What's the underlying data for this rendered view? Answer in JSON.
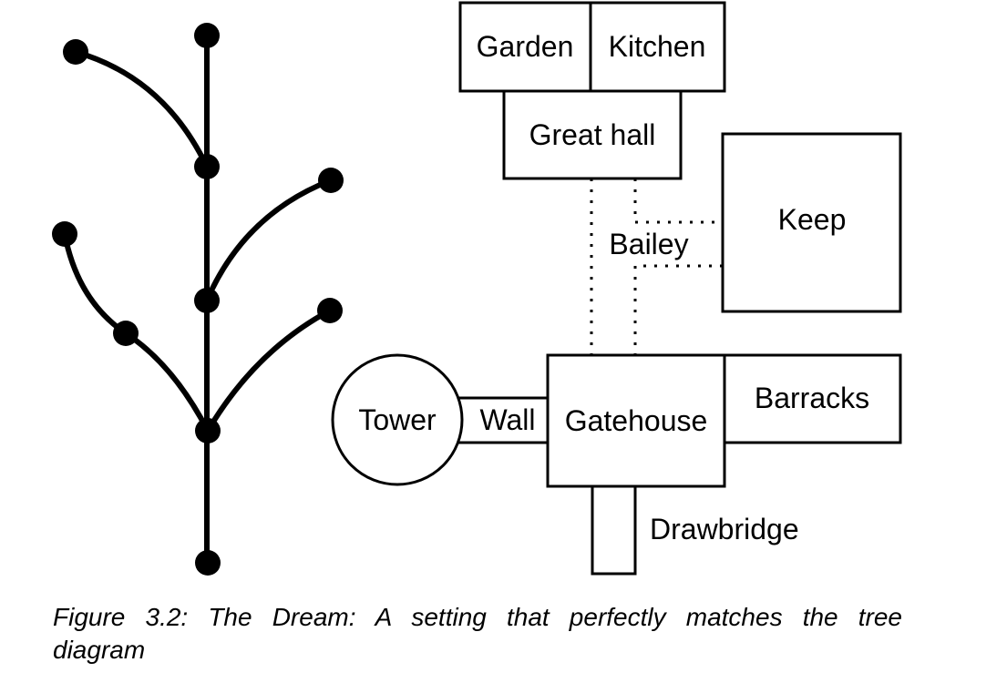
{
  "caption": {
    "line1": "Figure 3.2:  The Dream:  A setting that perfectly matches the tree",
    "line2": "diagram"
  },
  "rooms": {
    "garden": "Garden",
    "kitchen": "Kitchen",
    "great_hall": "Great hall",
    "keep": "Keep",
    "bailey": "Bailey",
    "tower": "Tower",
    "wall": "Wall",
    "gatehouse": "Gatehouse",
    "barracks": "Barracks",
    "drawbridge": "Drawbridge"
  },
  "colors": {
    "ink": "#000000",
    "background": "#ffffff"
  }
}
